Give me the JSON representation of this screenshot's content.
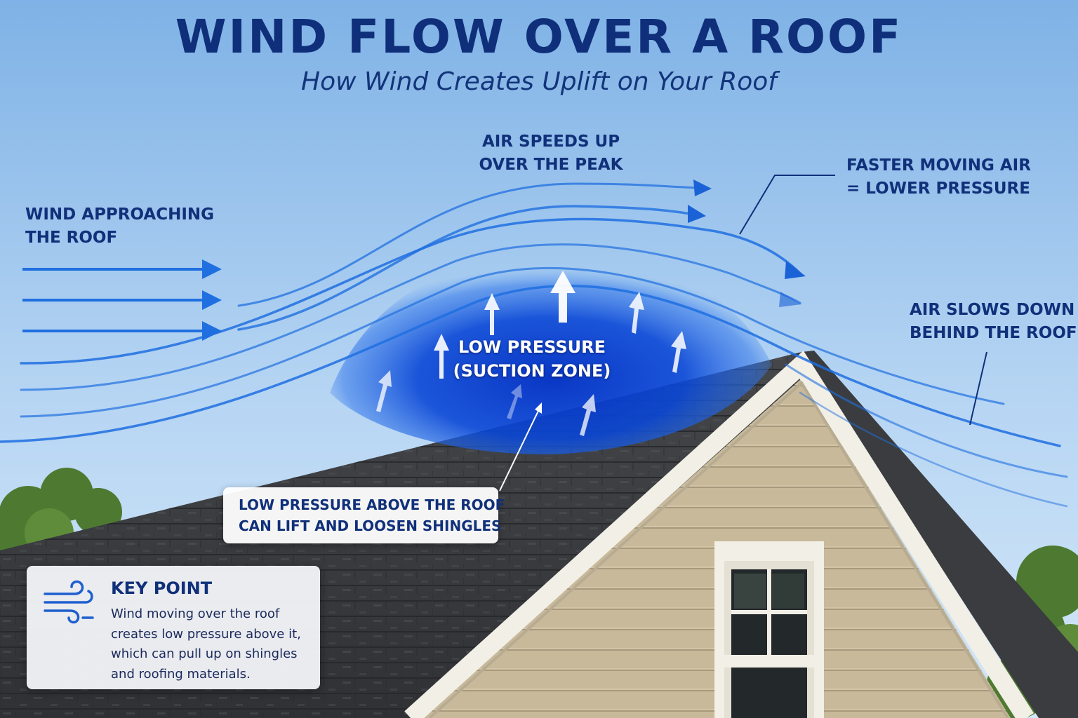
{
  "header": {
    "title": "WIND FLOW OVER A ROOF",
    "subtitle": "How Wind Creates Uplift on Your Roof"
  },
  "labels": {
    "wind_approaching": [
      "WIND APPROACHING",
      "THE ROOF"
    ],
    "air_speeds_up": [
      "AIR SPEEDS UP",
      "OVER THE PEAK"
    ],
    "faster_air": [
      "FASTER MOVING AIR",
      "= LOWER PRESSURE"
    ],
    "air_slows": [
      "AIR SLOWS DOWN",
      "BEHIND THE ROOF"
    ],
    "suction_zone": [
      "LOW PRESSURE",
      "(SUCTION ZONE)"
    ]
  },
  "callout": {
    "lines": [
      "LOW PRESSURE ABOVE THE ROOF",
      "CAN LIFT AND LOOSEN SHINGLES"
    ]
  },
  "key_point": {
    "icon": "wind-icon",
    "heading": "KEY POINT",
    "body": "Wind moving over the roof creates low pressure above it, which can pull up on shingles and roofing materials."
  },
  "colors": {
    "sky_top": "#7fb2e6",
    "sky_bottom": "#d4e7f8",
    "heading_navy": "#0f2f7a",
    "flow_line": "#1f6fe0",
    "suction_blue": "#0a3fd0",
    "roof_shingle": "#3b3d40",
    "trim_white": "#f1efe6",
    "siding_tan": "#c8b99a",
    "foliage": "#4d7a30"
  }
}
